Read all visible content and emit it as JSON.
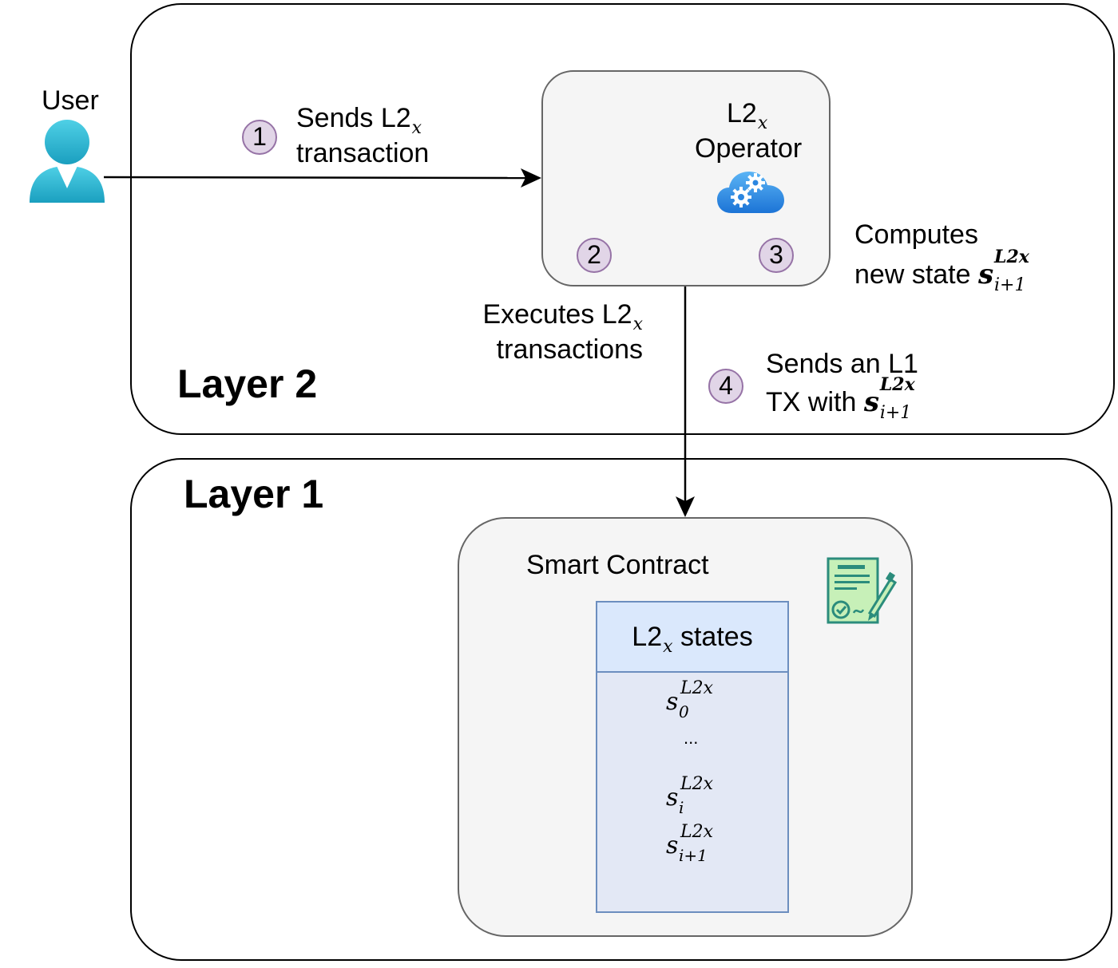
{
  "layers": {
    "layer2_title": "Layer 2",
    "layer1_title": "Layer 1"
  },
  "user": {
    "label": "User",
    "icon": "user-icon"
  },
  "operator": {
    "title_main": "L2",
    "title_sub": "x",
    "title_line2": "Operator",
    "icon": "cloud-gears-icon"
  },
  "steps": [
    {
      "number": "1",
      "line1_main": "Sends L2",
      "line1_sub": "x",
      "line2": "transaction"
    },
    {
      "number": "2",
      "line1_main": "Executes L2",
      "line1_sub": "x",
      "line2": "transactions"
    },
    {
      "number": "3",
      "line1": "Computes",
      "line2_text": "new state",
      "math_base": "s",
      "math_sup": "L2x",
      "math_sub": "i+1"
    },
    {
      "number": "4",
      "line1": "Sends an L1",
      "line2_text": "TX with",
      "math_base": "s",
      "math_sup": "L2x",
      "math_sub": "i+1"
    }
  ],
  "contract": {
    "title": "Smart Contract",
    "icon": "contract-document-icon",
    "states_header_main": "L2",
    "states_header_sub": "x",
    "states_header_rest": "states",
    "states": [
      {
        "base": "s",
        "sup": "L2x",
        "sub": "0"
      },
      {
        "ellipsis": "..."
      },
      {
        "base": "s",
        "sup": "L2x",
        "sub": "i"
      },
      {
        "base": "s",
        "sup": "L2x",
        "sub": "i+1"
      }
    ]
  }
}
